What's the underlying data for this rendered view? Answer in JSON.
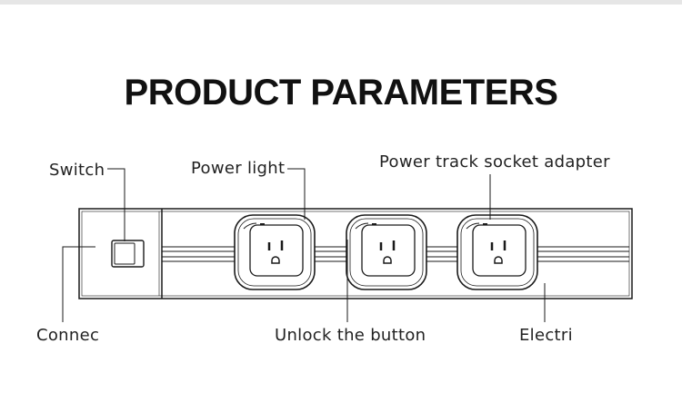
{
  "title": "PRODUCT PARAMETERS",
  "labels": {
    "switch": "Switch",
    "power_light": "Power light",
    "socket_adapter": "Power track socket adapter",
    "connector": "Connec",
    "unlock": "Unlock the button",
    "electric": "Electri"
  },
  "colors": {
    "line": "#1a1a1a",
    "background": "#ffffff"
  },
  "sockets": 3
}
